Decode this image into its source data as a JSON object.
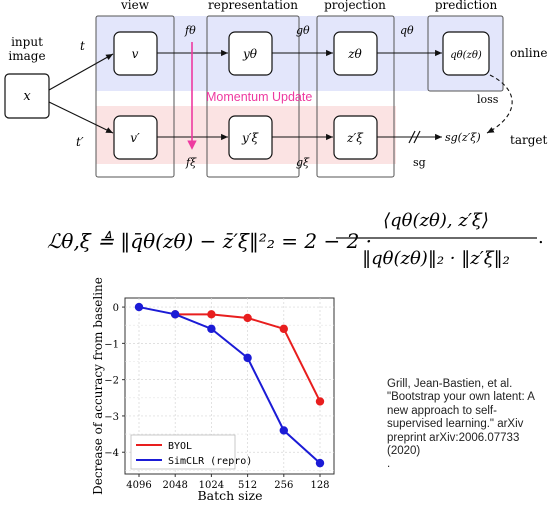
{
  "diagram": {
    "headers": {
      "view": "view",
      "representation": "representation",
      "projection": "projection",
      "prediction": "prediction"
    },
    "input_label": "input\nimage",
    "input_var": "x",
    "online_branch": "online",
    "target_branch": "target",
    "loss": "loss",
    "momentum_update": "Momentum Update",
    "online_nodes": {
      "view": "v",
      "representation": "yθ",
      "projection": "zθ",
      "prediction": "qθ(zθ)"
    },
    "target_nodes": {
      "view": "v′",
      "representation": "y′ξ",
      "projection": "z′ξ",
      "prediction": "sg(z′ξ)"
    },
    "edge_labels": {
      "t": "t",
      "t_prime": "t′",
      "f_theta": "fθ",
      "g_theta": "gθ",
      "q_theta": "qθ",
      "f_xi": "fξ",
      "g_xi": "gξ",
      "sg": "sg"
    },
    "colors": {
      "online_band": "#e3e6fb",
      "target_band": "#fbe3e3",
      "momentum": "#ee3aa0"
    }
  },
  "equation": {
    "lhs": "ℒθ,ξ ≜ ‖q̄θ(zθ) − z̄′ξ‖²₂ = 2 − 2 ·",
    "numerator": "⟨qθ(zθ), z′ξ⟩",
    "denominator": "‖qθ(zθ)‖₂ · ‖z′ξ‖₂",
    "end": "."
  },
  "chart_data": {
    "type": "line",
    "xlabel": "Batch size",
    "ylabel": "Decrease of accuracy from baseline",
    "categories": [
      "4096",
      "2048",
      "1024",
      "512",
      "256",
      "128"
    ],
    "yticks": [
      "0",
      "−1",
      "−2",
      "−3",
      "−4"
    ],
    "ylim": [
      -4.6,
      0.25
    ],
    "grid": true,
    "legend_position": "bottom-left",
    "series": [
      {
        "name": "BYOL",
        "color": "#e81e1e",
        "x_index": [
          1,
          2,
          3,
          4,
          5
        ],
        "values": [
          -0.2,
          -0.2,
          -0.3,
          -0.6,
          -2.6
        ]
      },
      {
        "name": "SimCLR (repro)",
        "color": "#1b1bd6",
        "x_index": [
          0,
          1,
          2,
          3,
          4,
          5
        ],
        "values": [
          0,
          -0.2,
          -0.6,
          -1.4,
          -3.4,
          -4.3
        ]
      }
    ]
  },
  "citation": "Grill, Jean-Bastien, et al. \"Bootstrap your own latent: A new approach to self-supervised learning.\" arXiv preprint arXiv:2006.07733 (2020)\n."
}
